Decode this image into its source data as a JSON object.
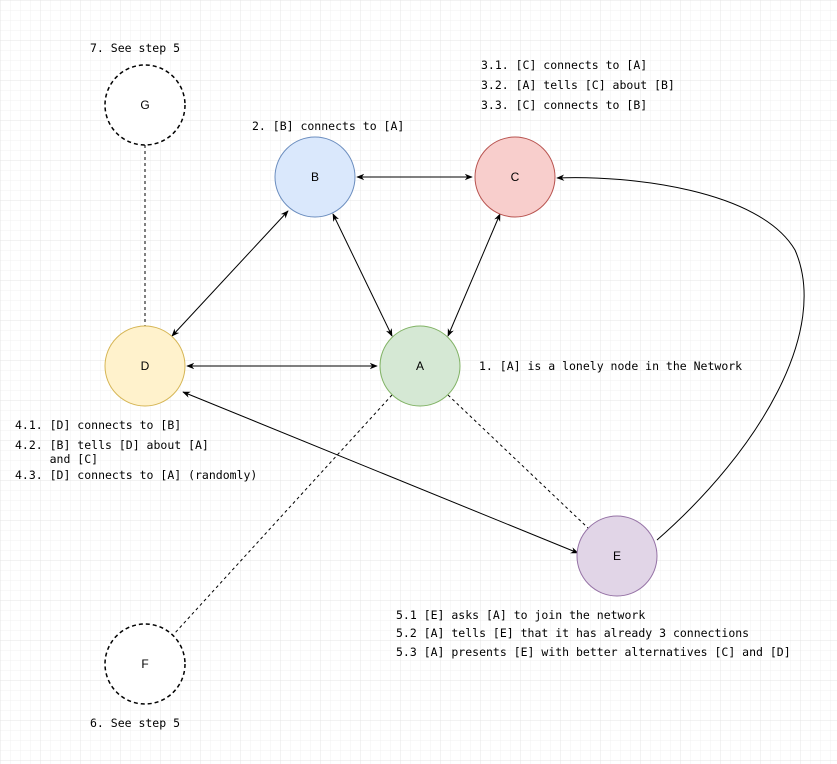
{
  "nodes": {
    "A": {
      "label": "A",
      "fill": "#d5e8d4",
      "stroke": "#82b366"
    },
    "B": {
      "label": "B",
      "fill": "#dae8fc",
      "stroke": "#6c8ebf"
    },
    "C": {
      "label": "C",
      "fill": "#f8cecc",
      "stroke": "#b85450"
    },
    "D": {
      "label": "D",
      "fill": "#fff2cc",
      "stroke": "#d6b656"
    },
    "E": {
      "label": "E",
      "fill": "#e1d5e7",
      "stroke": "#9673a6"
    },
    "F": {
      "label": "F"
    },
    "G": {
      "label": "G"
    }
  },
  "notes": {
    "step1": "1. [A] is a lonely node in the Network",
    "step2": "2. [B] connects to [A]",
    "step3": [
      "3.1. [C] connects to [A]",
      "3.2. [A] tells [C] about [B]",
      "3.3. [C] connects to [B]"
    ],
    "step4": [
      "4.1. [D] connects to [B]",
      "4.2. [B] tells [D] about [A]",
      "     and [C]",
      "4.3. [D] connects to [A] (randomly)"
    ],
    "step5": [
      "5.1 [E] asks [A] to join the network",
      "5.2 [A] tells [E] that it has already 3 connections",
      "5.3 [A] presents [E] with better alternatives [C] and [D]"
    ],
    "step6": "6. See step 5",
    "step7": "7. See step 5"
  }
}
